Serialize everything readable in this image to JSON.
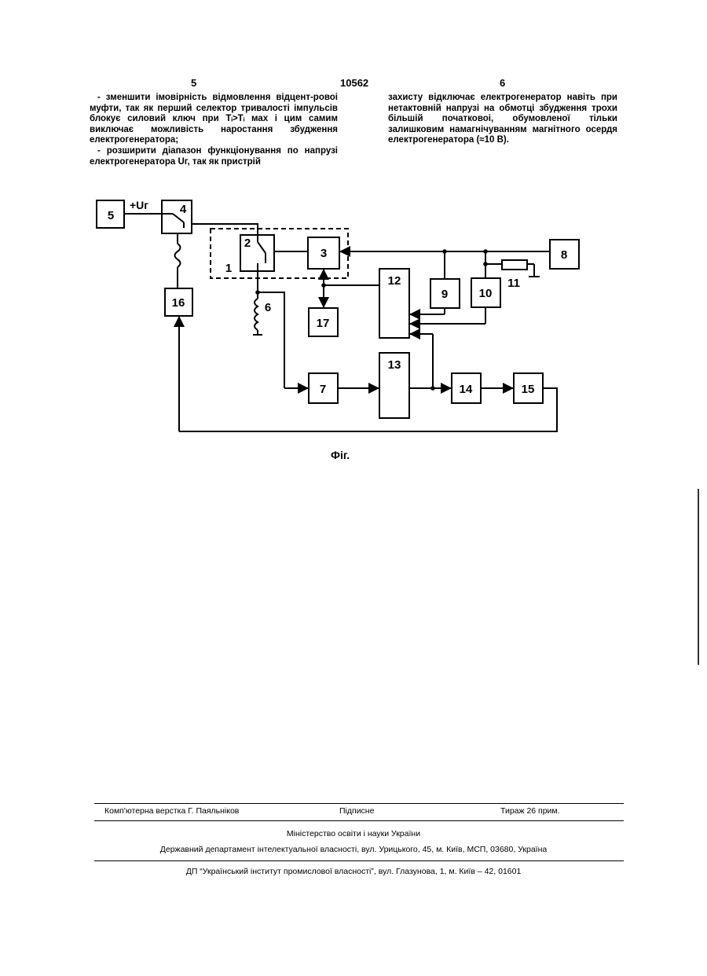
{
  "header": {
    "left_page": "5",
    "patent_number": "10562",
    "right_page": "6"
  },
  "left_column": [
    "- зменшити імовірність відмовлення відцент-ровоі муфти, так як перший селектор тривалості імпульсів блокує силовий ключ при Tᵢ>Tᵢ мах і цим самим виключає можливість наростання збудження електрогенератора;",
    "- розширити діапазон функціонування по напрузі електрогенератора Uг, так як пристрій"
  ],
  "right_column": [
    "захисту відключає електрогенератор навіть при нетактовній напрузі на обмотці збудження трохи більшій початковоі, обумовленої тільки залишковим намагнічуванням магнітного осердя електрогенератора (≈10 В)."
  ],
  "diagram": {
    "voltage_label": "+Uг",
    "blocks": [
      "1",
      "2",
      "3",
      "4",
      "5",
      "6",
      "7",
      "8",
      "9",
      "10",
      "11",
      "12",
      "13",
      "14",
      "15",
      "16",
      "17"
    ]
  },
  "figure_caption": "Фіг.",
  "footer": {
    "typesetting": "Комп'ютерна верстка Г. Паяльніков",
    "signed": "Підписне",
    "circulation": "Тираж 26 прим.",
    "ministry": "Міністерство освіти і науки України",
    "department": "Державний департамент інтелектуальної власності, вул. Урицького, 45, м. Київ, МСП, 03680, Україна",
    "institute": "ДП “Український інститут промислової власності”, вул. Глазунова, 1, м. Київ – 42, 01601"
  }
}
